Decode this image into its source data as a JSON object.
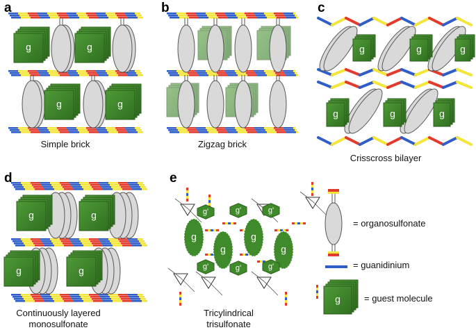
{
  "panels": {
    "a": {
      "label": "a",
      "caption": "Simple brick"
    },
    "b": {
      "label": "b",
      "caption": "Zigzag brick"
    },
    "c": {
      "label": "c",
      "caption": "Crisscross bilayer"
    },
    "d": {
      "label": "d",
      "caption_line1": "Continuously layered",
      "caption_line2": "monosulfonate"
    },
    "e": {
      "label": "e",
      "caption_line1": "Tricylindrical",
      "caption_line2": "trisulfonate"
    }
  },
  "guest_letter": "g",
  "guest_prime": "g'",
  "legend": {
    "organosulfonate": "= organosulfonate",
    "guanidinium": "= guanidinium",
    "guest": "= guest molecule"
  },
  "colors": {
    "guanidinium_blue": "#2f5ec8",
    "sulfonate_yellow": "#f3e53a",
    "sulfonate_red": "#e23a2c",
    "guest_green": "#3f8a2a",
    "guest_dark": "#2a5e1c",
    "ellipse_fill": "#d9d9d9"
  }
}
